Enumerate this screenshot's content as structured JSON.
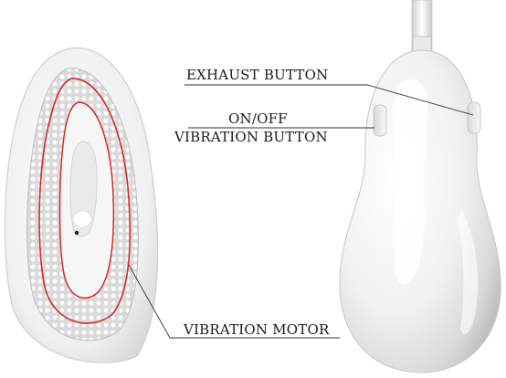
{
  "labels": {
    "exhaust_button": "EXHAUST BUTTON",
    "onoff_line1": "ON/OFF",
    "onoff_line2": "VIBRATION BUTTON",
    "vibration_motor": "VIBRATION MOTOR"
  },
  "colors": {
    "background": "#ffffff",
    "leader_line": "#333333",
    "accent_outline": "#d42a2a",
    "device_shell": "#f2f2f2",
    "device_shadow": "#c8c8c8"
  }
}
